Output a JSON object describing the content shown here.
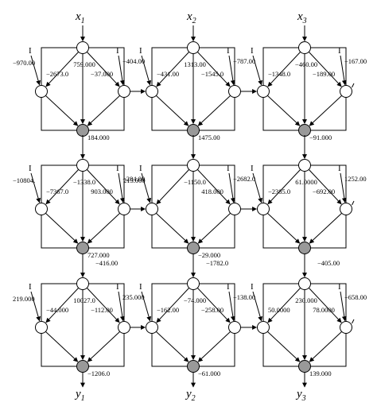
{
  "io": {
    "inputs": [
      {
        "name": "x",
        "sub": "1"
      },
      {
        "name": "x",
        "sub": "2"
      },
      {
        "name": "x",
        "sub": "3"
      }
    ],
    "outputs": [
      {
        "name": "y",
        "sub": "1"
      },
      {
        "name": "y",
        "sub": "2"
      },
      {
        "name": "y",
        "sub": "3"
      }
    ]
  },
  "bias_glyph": "I",
  "cells": [
    {
      "id": "r1c1",
      "labels": {
        "left_bias": "−970.00",
        "left_w": "−2673.0",
        "center_w": "759.000",
        "right_w": "−37.000",
        "right_bias": "−404.00",
        "bottom_w": "184.000"
      }
    },
    {
      "id": "r1c2",
      "labels": {
        "left_bias": "",
        "left_w": "−431.00",
        "center_w": "1313.00",
        "right_w": "−1545.0",
        "right_bias": "−787.00",
        "bottom_w": "1475.00"
      }
    },
    {
      "id": "r1c3",
      "labels": {
        "left_bias": "",
        "left_w": "−1348.0",
        "center_w": "−460.00",
        "right_w": "−189.00",
        "right_bias": "−167.00",
        "bottom_w": "−91.000"
      }
    },
    {
      "id": "r2c1",
      "labels": {
        "left_bias": "−10804.",
        "left_w": "−7367.0",
        "center_w": "−1338.0",
        "right_w": "903.000",
        "right_bias": "−284.00",
        "bottom_w": "727.000",
        "out_w": "−416.00"
      }
    },
    {
      "id": "r2c2",
      "labels": {
        "left_bias": "215.000",
        "left_w": "",
        "center_w": "−1150.0",
        "right_w": "418.000",
        "right_bias": "−2682.0",
        "bottom_w": "−29.000",
        "out_w": "−1782.0"
      }
    },
    {
      "id": "r2c3",
      "labels": {
        "left_bias": "",
        "left_w": "−2385.0",
        "center_w": "61.0000",
        "right_w": "−692.00",
        "right_bias": "1252.00",
        "bottom_w": "",
        "out_w": "−405.00"
      }
    },
    {
      "id": "r3c1",
      "labels": {
        "left_bias": "219.000",
        "left_w": "−44.000",
        "center_w": "10027.0",
        "right_w": "−112.00",
        "right_bias": "235.000",
        "bottom_w": "−1206.0"
      }
    },
    {
      "id": "r3c2",
      "labels": {
        "left_bias": "",
        "left_w": "−162.00",
        "center_w": "−74.000",
        "right_w": "−258.00",
        "right_bias": "−138.00",
        "bottom_w": "−61.000"
      }
    },
    {
      "id": "r3c3",
      "labels": {
        "left_bias": "",
        "left_w": "50.0000",
        "center_w": "230.000",
        "right_w": "78.0000",
        "right_bias": "−658.00",
        "bottom_w": "139.000"
      }
    }
  ]
}
